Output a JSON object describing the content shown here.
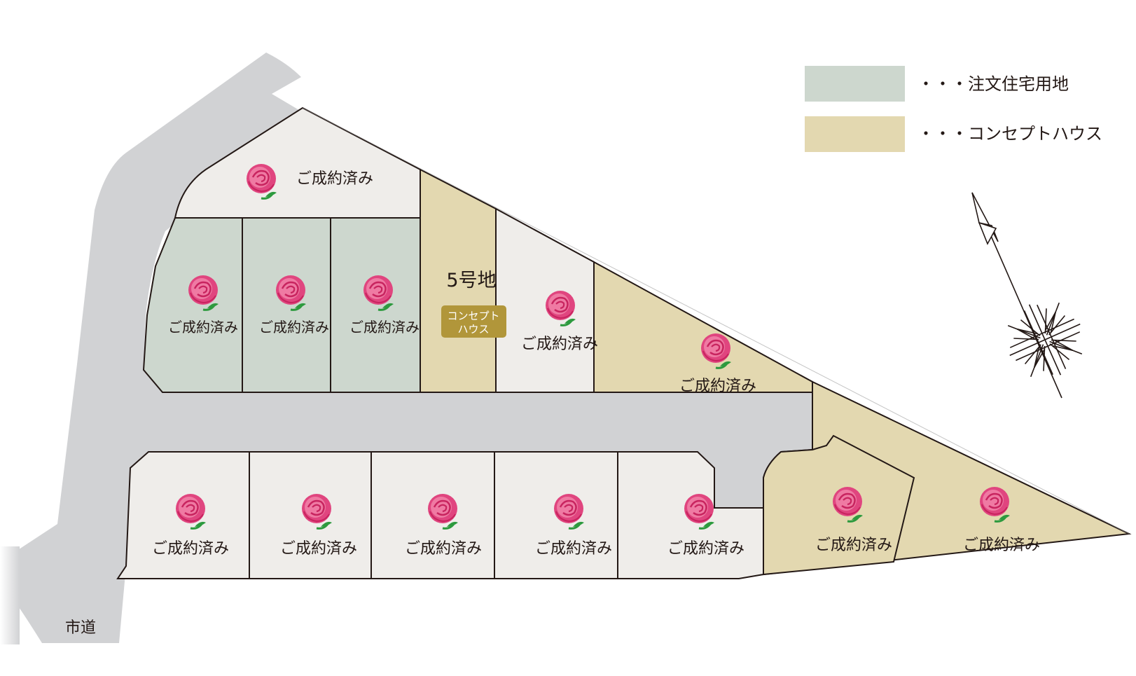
{
  "colors": {
    "sold_lot": "#efedea",
    "custom_home_land": "#cdd7ce",
    "concept_house": "#e3d8b0",
    "road": "#d1d2d4",
    "outline": "#231815",
    "badge": "#b1963a"
  },
  "legend": {
    "custom_home_land_label": "・・・注文住宅用地",
    "concept_house_label": "・・・コンセプトハウス"
  },
  "road": {
    "label": "市道"
  },
  "featured_lot": {
    "name": "5号地",
    "badge_line1": "コンセプト",
    "badge_line2": "ハウス"
  },
  "lots": [
    {
      "id": "top",
      "status": "ご成約済み",
      "type": "sold",
      "icon": "rose-icon"
    },
    {
      "id": "green-1",
      "status": "ご成約済み",
      "type": "custom-home",
      "icon": "rose-icon"
    },
    {
      "id": "green-2",
      "status": "ご成約済み",
      "type": "custom-home",
      "icon": "rose-icon"
    },
    {
      "id": "green-3",
      "status": "ご成約済み",
      "type": "custom-home",
      "icon": "rose-icon"
    },
    {
      "id": "lot-6",
      "status": "ご成約済み",
      "type": "sold",
      "icon": "rose-icon"
    },
    {
      "id": "lot-7",
      "status": "ご成約済み",
      "type": "concept-house",
      "icon": "rose-icon"
    },
    {
      "id": "bottom-1",
      "status": "ご成約済み",
      "type": "sold",
      "icon": "rose-icon"
    },
    {
      "id": "bottom-2",
      "status": "ご成約済み",
      "type": "sold",
      "icon": "rose-icon"
    },
    {
      "id": "bottom-3",
      "status": "ご成約済み",
      "type": "sold",
      "icon": "rose-icon"
    },
    {
      "id": "bottom-4",
      "status": "ご成約済み",
      "type": "sold",
      "icon": "rose-icon"
    },
    {
      "id": "bottom-5",
      "status": "ご成約済み",
      "type": "sold",
      "icon": "rose-icon"
    },
    {
      "id": "east-1",
      "status": "ご成約済み",
      "type": "concept-house",
      "icon": "rose-icon"
    },
    {
      "id": "east-2",
      "status": "ご成約済み",
      "type": "concept-house",
      "icon": "rose-icon"
    }
  ],
  "compass": {
    "icon": "north-arrow-icon"
  }
}
